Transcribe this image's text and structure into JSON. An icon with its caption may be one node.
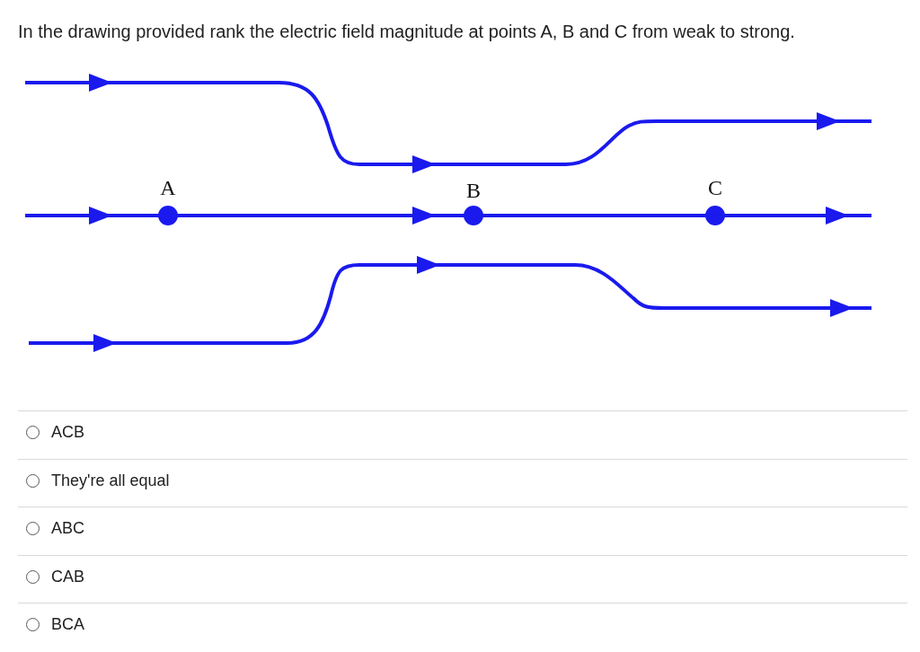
{
  "diagram": {
    "title": "In the drawing provided rank the electric field magnitude at points A, B and C from weak to strong.",
    "nodes": [
      {
        "text": [
          "A"
        ]
      },
      {
        "text": [
          "B"
        ]
      },
      {
        "text": [
          "C"
        ]
      }
    ],
    "labels": [
      "ACB",
      "They're all equal",
      "ABC",
      "CAB",
      "BCA"
    ]
  }
}
